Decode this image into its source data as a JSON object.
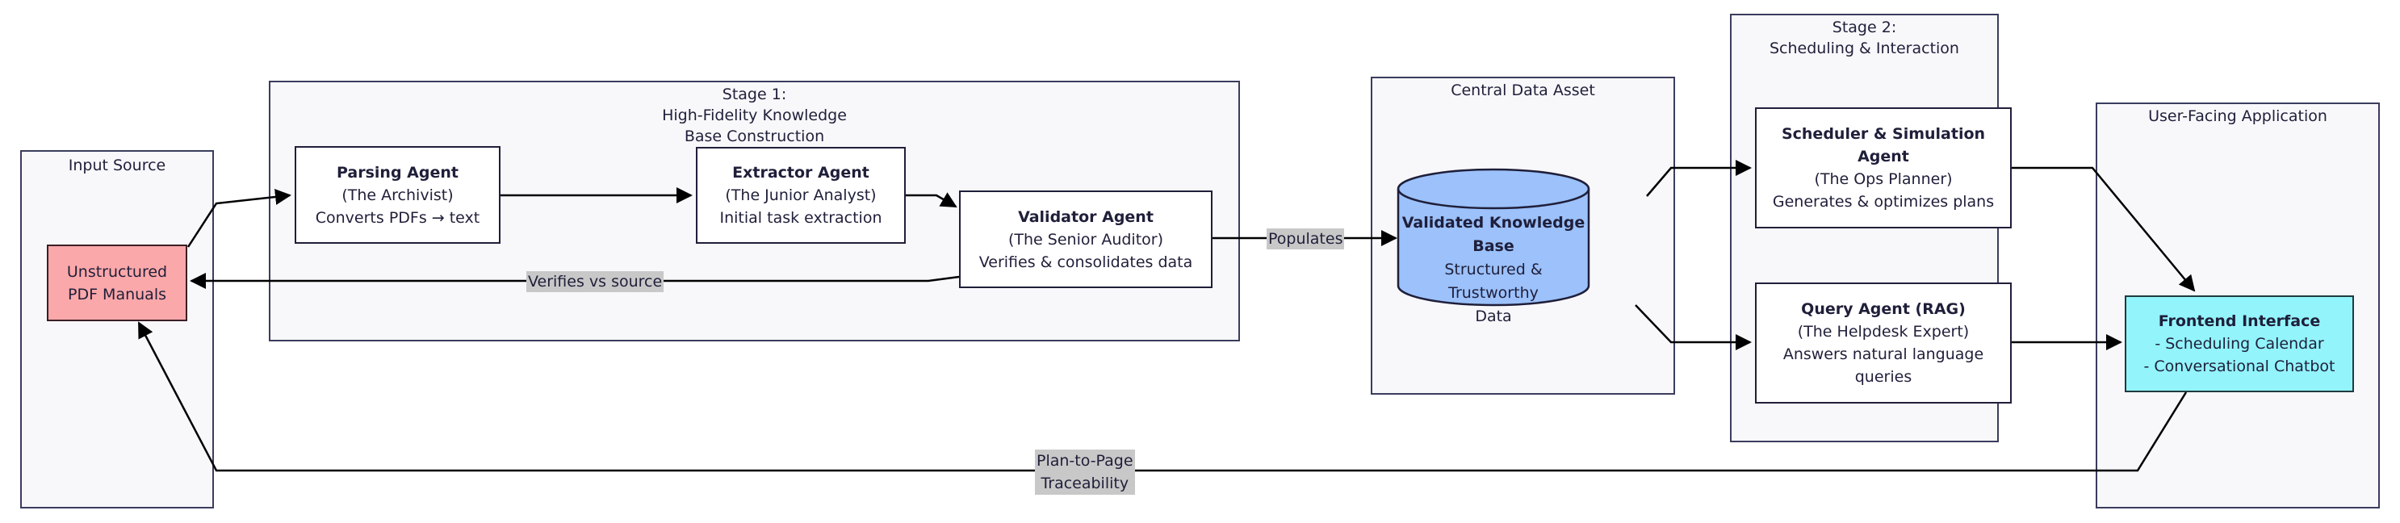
{
  "clusters": {
    "input": {
      "title": "Input Source"
    },
    "stage1": {
      "title": "Stage 1:\nHigh-Fidelity Knowledge\nBase Construction"
    },
    "central": {
      "title": "Central Data Asset"
    },
    "stage2": {
      "title": "Stage 2:\nScheduling & Interaction"
    },
    "app": {
      "title": "User-Facing Application"
    }
  },
  "nodes": {
    "pdf": {
      "line1": "Unstructured",
      "line2": "PDF Manuals"
    },
    "parsing": {
      "title": "Parsing Agent",
      "role": "(The Archivist)",
      "desc": "Converts PDFs → text"
    },
    "extractor": {
      "title": "Extractor Agent",
      "role": "(The Junior Analyst)",
      "desc": "Initial task extraction"
    },
    "validator": {
      "title": "Validator Agent",
      "role": "(The Senior Auditor)",
      "desc": "Verifies & consolidates data"
    },
    "kb": {
      "title": "Validated Knowledge Base",
      "line2": "Structured & Trustworthy",
      "line3": "Data"
    },
    "scheduler": {
      "title1": "Scheduler & Simulation",
      "title2": "Agent",
      "role": "(The Ops Planner)",
      "desc": "Generates & optimizes plans"
    },
    "query": {
      "title": "Query Agent (RAG)",
      "role": "(The Helpdesk Expert)",
      "desc1": "Answers natural language",
      "desc2": "queries"
    },
    "frontend": {
      "title": "Frontend Interface",
      "item1": "- Scheduling Calendar",
      "item2": "- Conversational Chatbot"
    }
  },
  "edge_labels": {
    "verifies": "Verifies vs source",
    "populates": "Populates",
    "traceability": "Plan-to-Page\nTraceability"
  },
  "colors": {
    "pdf_fill": "#fba8aa",
    "kb_fill": "#9cc1fb",
    "frontend_fill": "#93f4fb",
    "cluster_fill": "#f8f8fb",
    "edge_label_bg": "#c8c8c8"
  }
}
